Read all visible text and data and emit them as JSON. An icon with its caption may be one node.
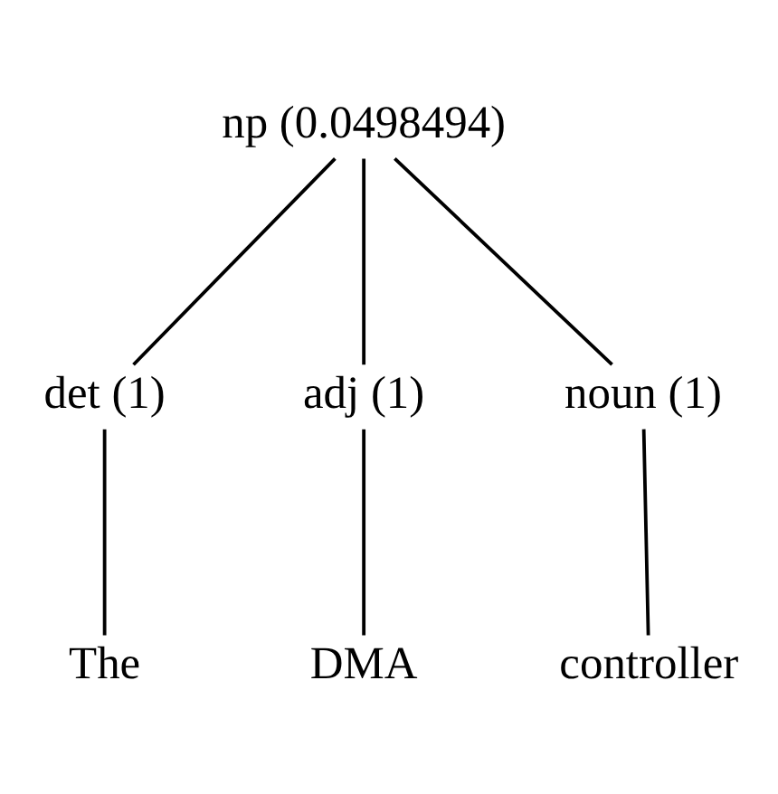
{
  "diagram": {
    "nodes": [
      {
        "text": [
          "np (0.0498494)"
        ]
      },
      {
        "text": [
          "det (1)"
        ]
      },
      {
        "text": [
          "adj (1)"
        ]
      },
      {
        "text": [
          "noun (1)"
        ]
      },
      {
        "text": [
          "The"
        ]
      },
      {
        "text": [
          "DMA"
        ]
      },
      {
        "text": [
          "controller"
        ]
      }
    ],
    "edges": [
      {
        "from": 0,
        "to": 1,
        "arrow": "none"
      },
      {
        "from": 0,
        "to": 2,
        "arrow": "none"
      },
      {
        "from": 0,
        "to": 3,
        "arrow": "none"
      },
      {
        "from": 1,
        "to": 4,
        "arrow": "none"
      },
      {
        "from": 2,
        "to": 5,
        "arrow": "none"
      },
      {
        "from": 3,
        "to": 6,
        "arrow": "none"
      }
    ]
  }
}
